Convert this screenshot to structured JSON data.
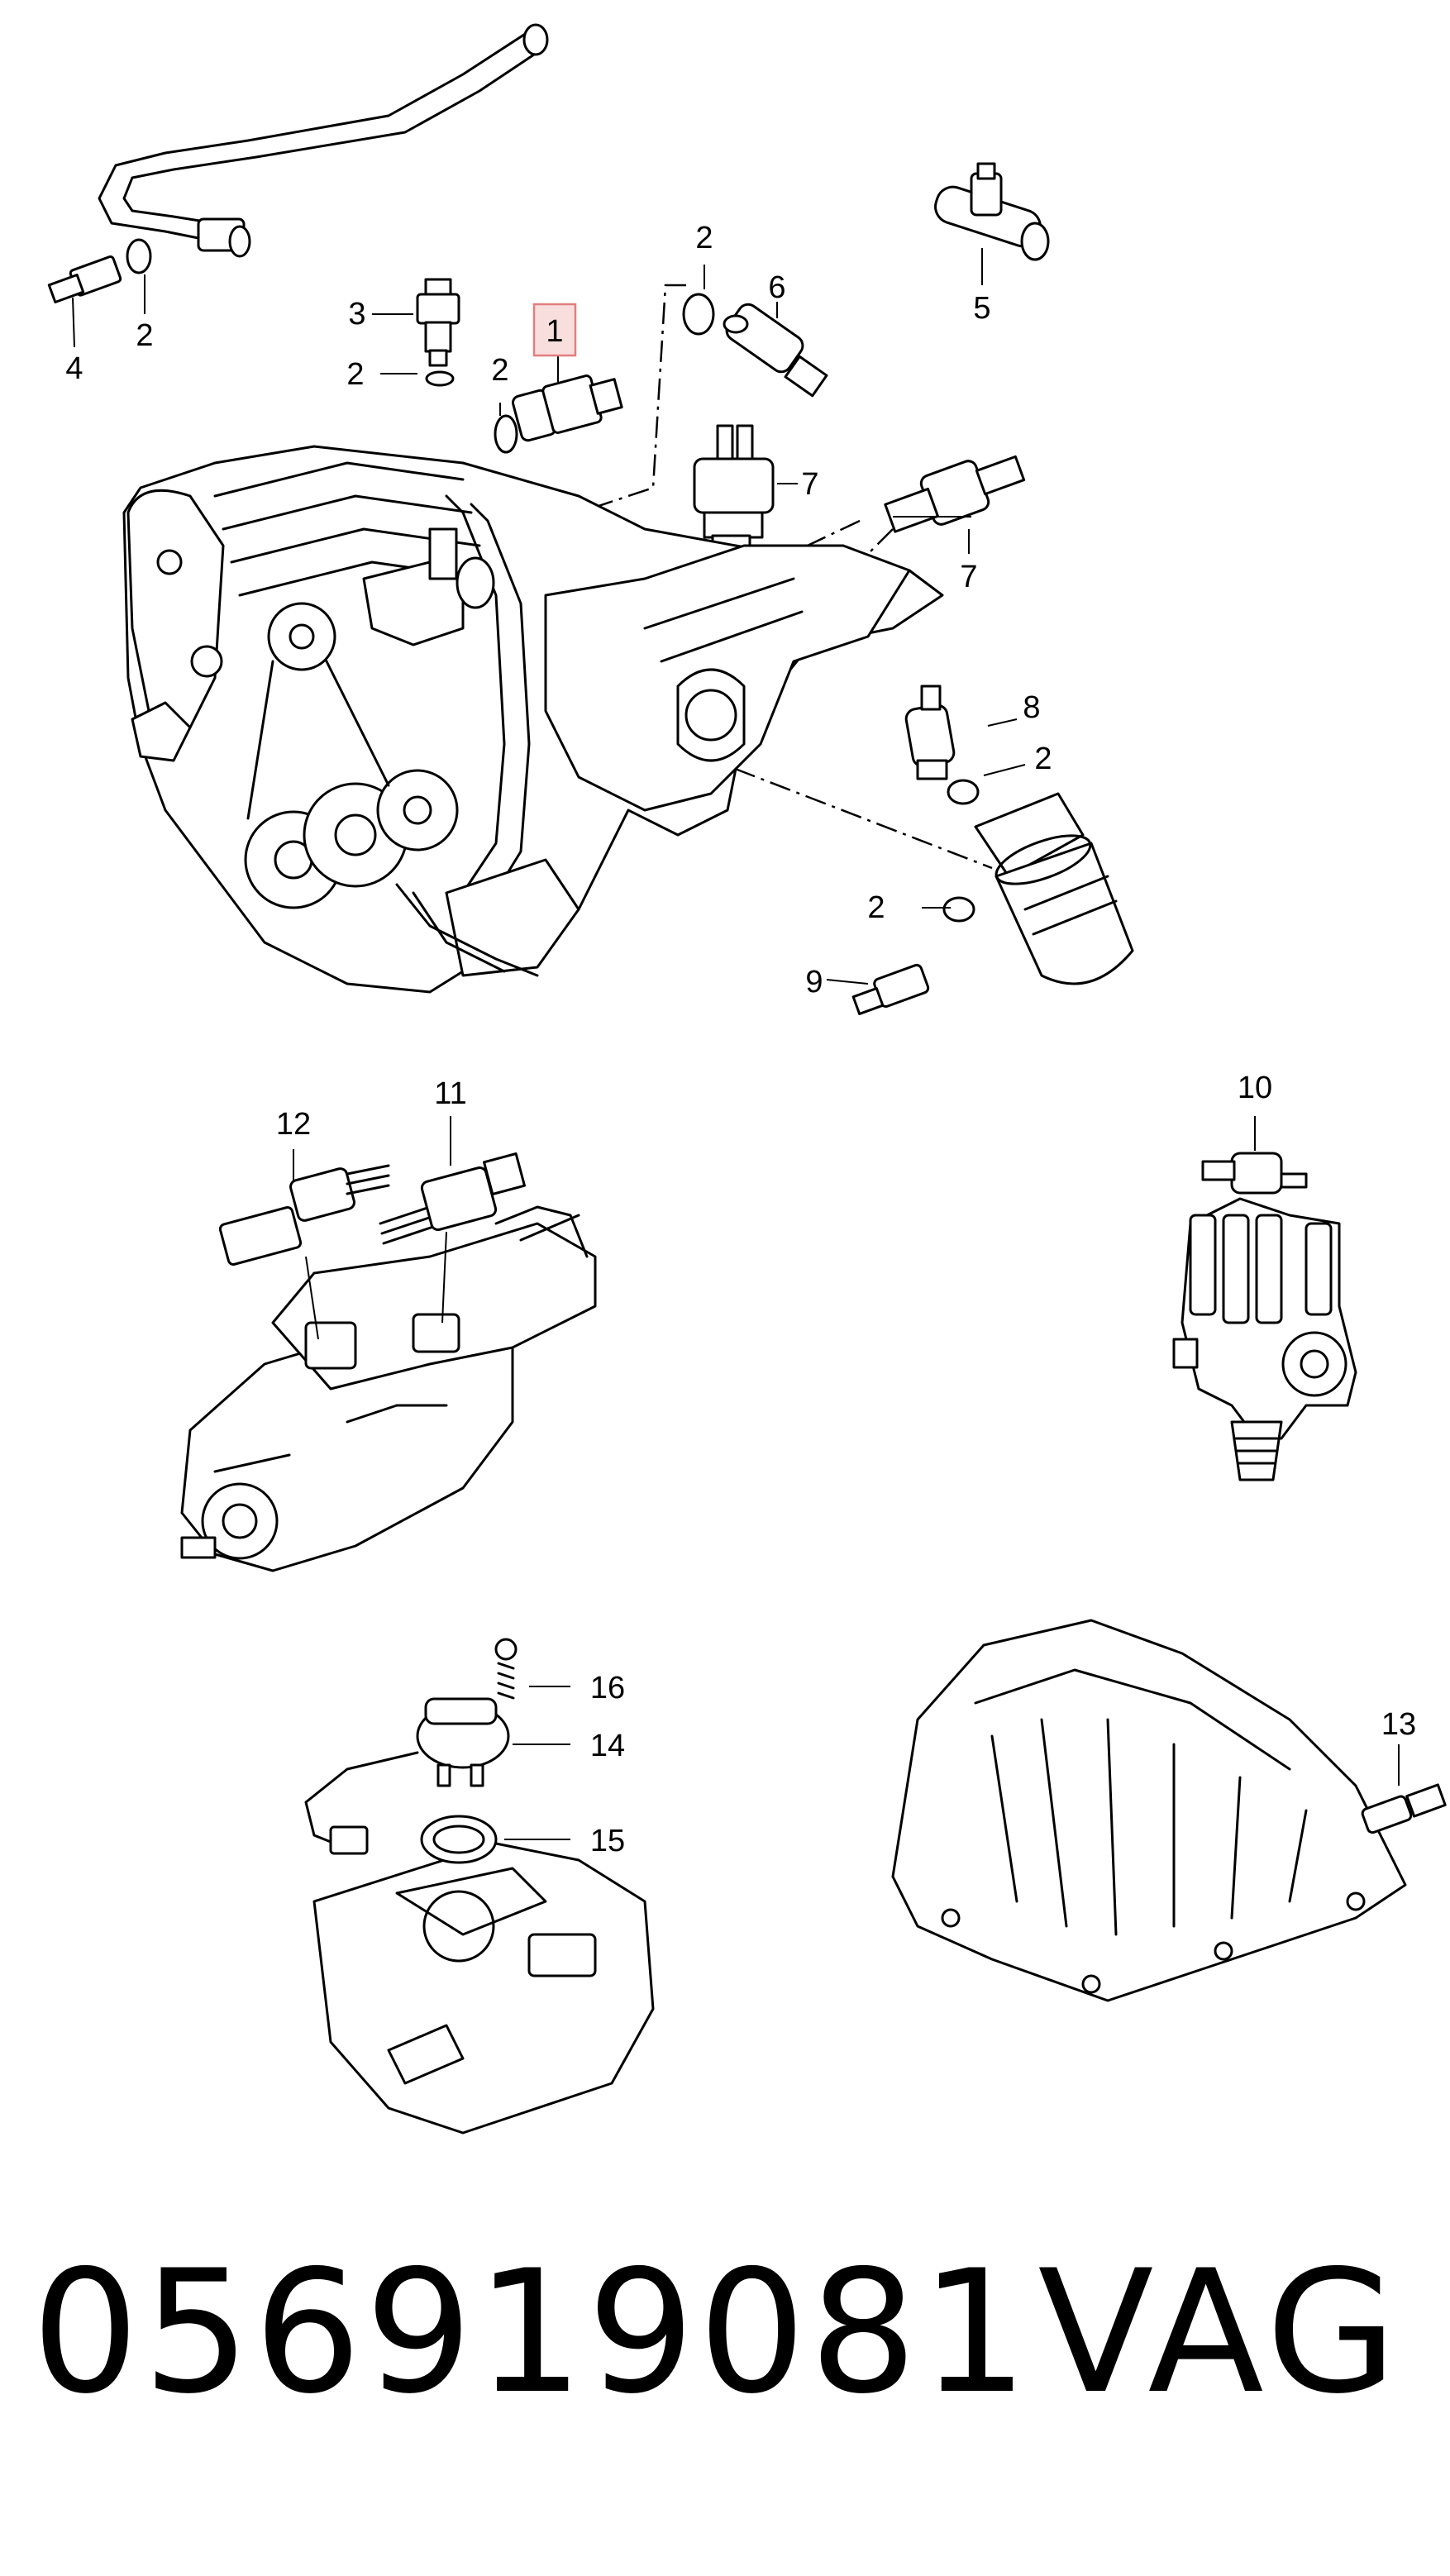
{
  "callouts": [
    {
      "id": "c1",
      "text": "1",
      "highlighted": true
    },
    {
      "id": "c2a",
      "text": "2"
    },
    {
      "id": "c2b",
      "text": "2"
    },
    {
      "id": "c2c",
      "text": "2"
    },
    {
      "id": "c2d",
      "text": "2"
    },
    {
      "id": "c2e",
      "text": "2"
    },
    {
      "id": "c2f",
      "text": "2"
    },
    {
      "id": "c3",
      "text": "3"
    },
    {
      "id": "c4",
      "text": "4"
    },
    {
      "id": "c5",
      "text": "5"
    },
    {
      "id": "c6",
      "text": "6"
    },
    {
      "id": "c7a",
      "text": "7"
    },
    {
      "id": "c7b",
      "text": "7"
    },
    {
      "id": "c8",
      "text": "8"
    },
    {
      "id": "c9",
      "text": "9"
    },
    {
      "id": "c10",
      "text": "10"
    },
    {
      "id": "c11",
      "text": "11"
    },
    {
      "id": "c12",
      "text": "12"
    },
    {
      "id": "c13",
      "text": "13"
    },
    {
      "id": "c14",
      "text": "14"
    },
    {
      "id": "c15",
      "text": "15"
    },
    {
      "id": "c16",
      "text": "16"
    }
  ],
  "footer": {
    "part_number": "056919081",
    "brand": "VAG"
  },
  "colors": {
    "highlight_fill": "#f9dede",
    "highlight_border": "#e27d7d",
    "line": "#000000"
  }
}
